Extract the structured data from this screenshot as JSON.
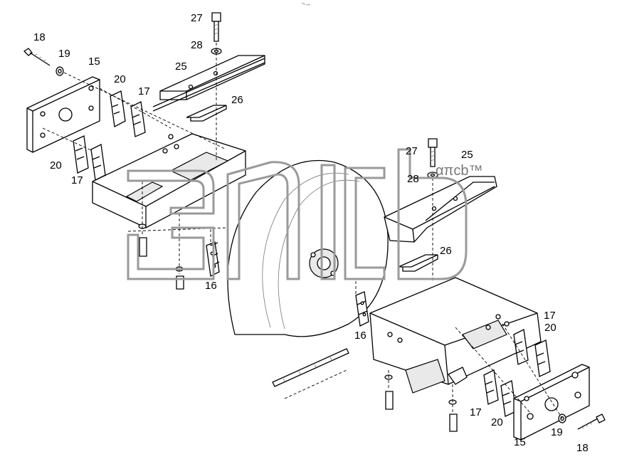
{
  "drawing": {
    "header_mark": "ᵐₙ ₒₒₒ",
    "watermark": "απcb™",
    "callouts": {
      "top_left": {
        "c18": "18",
        "c19": "19",
        "c15": "15",
        "c20a": "20",
        "c17a": "17",
        "c20b": "20",
        "c17b": "17",
        "c16": "16"
      },
      "top_center": {
        "c27": "27",
        "c28": "28",
        "c25": "25",
        "c26": "26"
      },
      "right_upper": {
        "c27": "27",
        "c25": "25",
        "c28": "28",
        "c26": "26"
      },
      "right_lower": {
        "c16": "16",
        "c17a": "17",
        "c20a": "20",
        "c17b": "17",
        "c20b": "20",
        "c15": "15",
        "c19": "19",
        "c18": "18"
      }
    }
  }
}
